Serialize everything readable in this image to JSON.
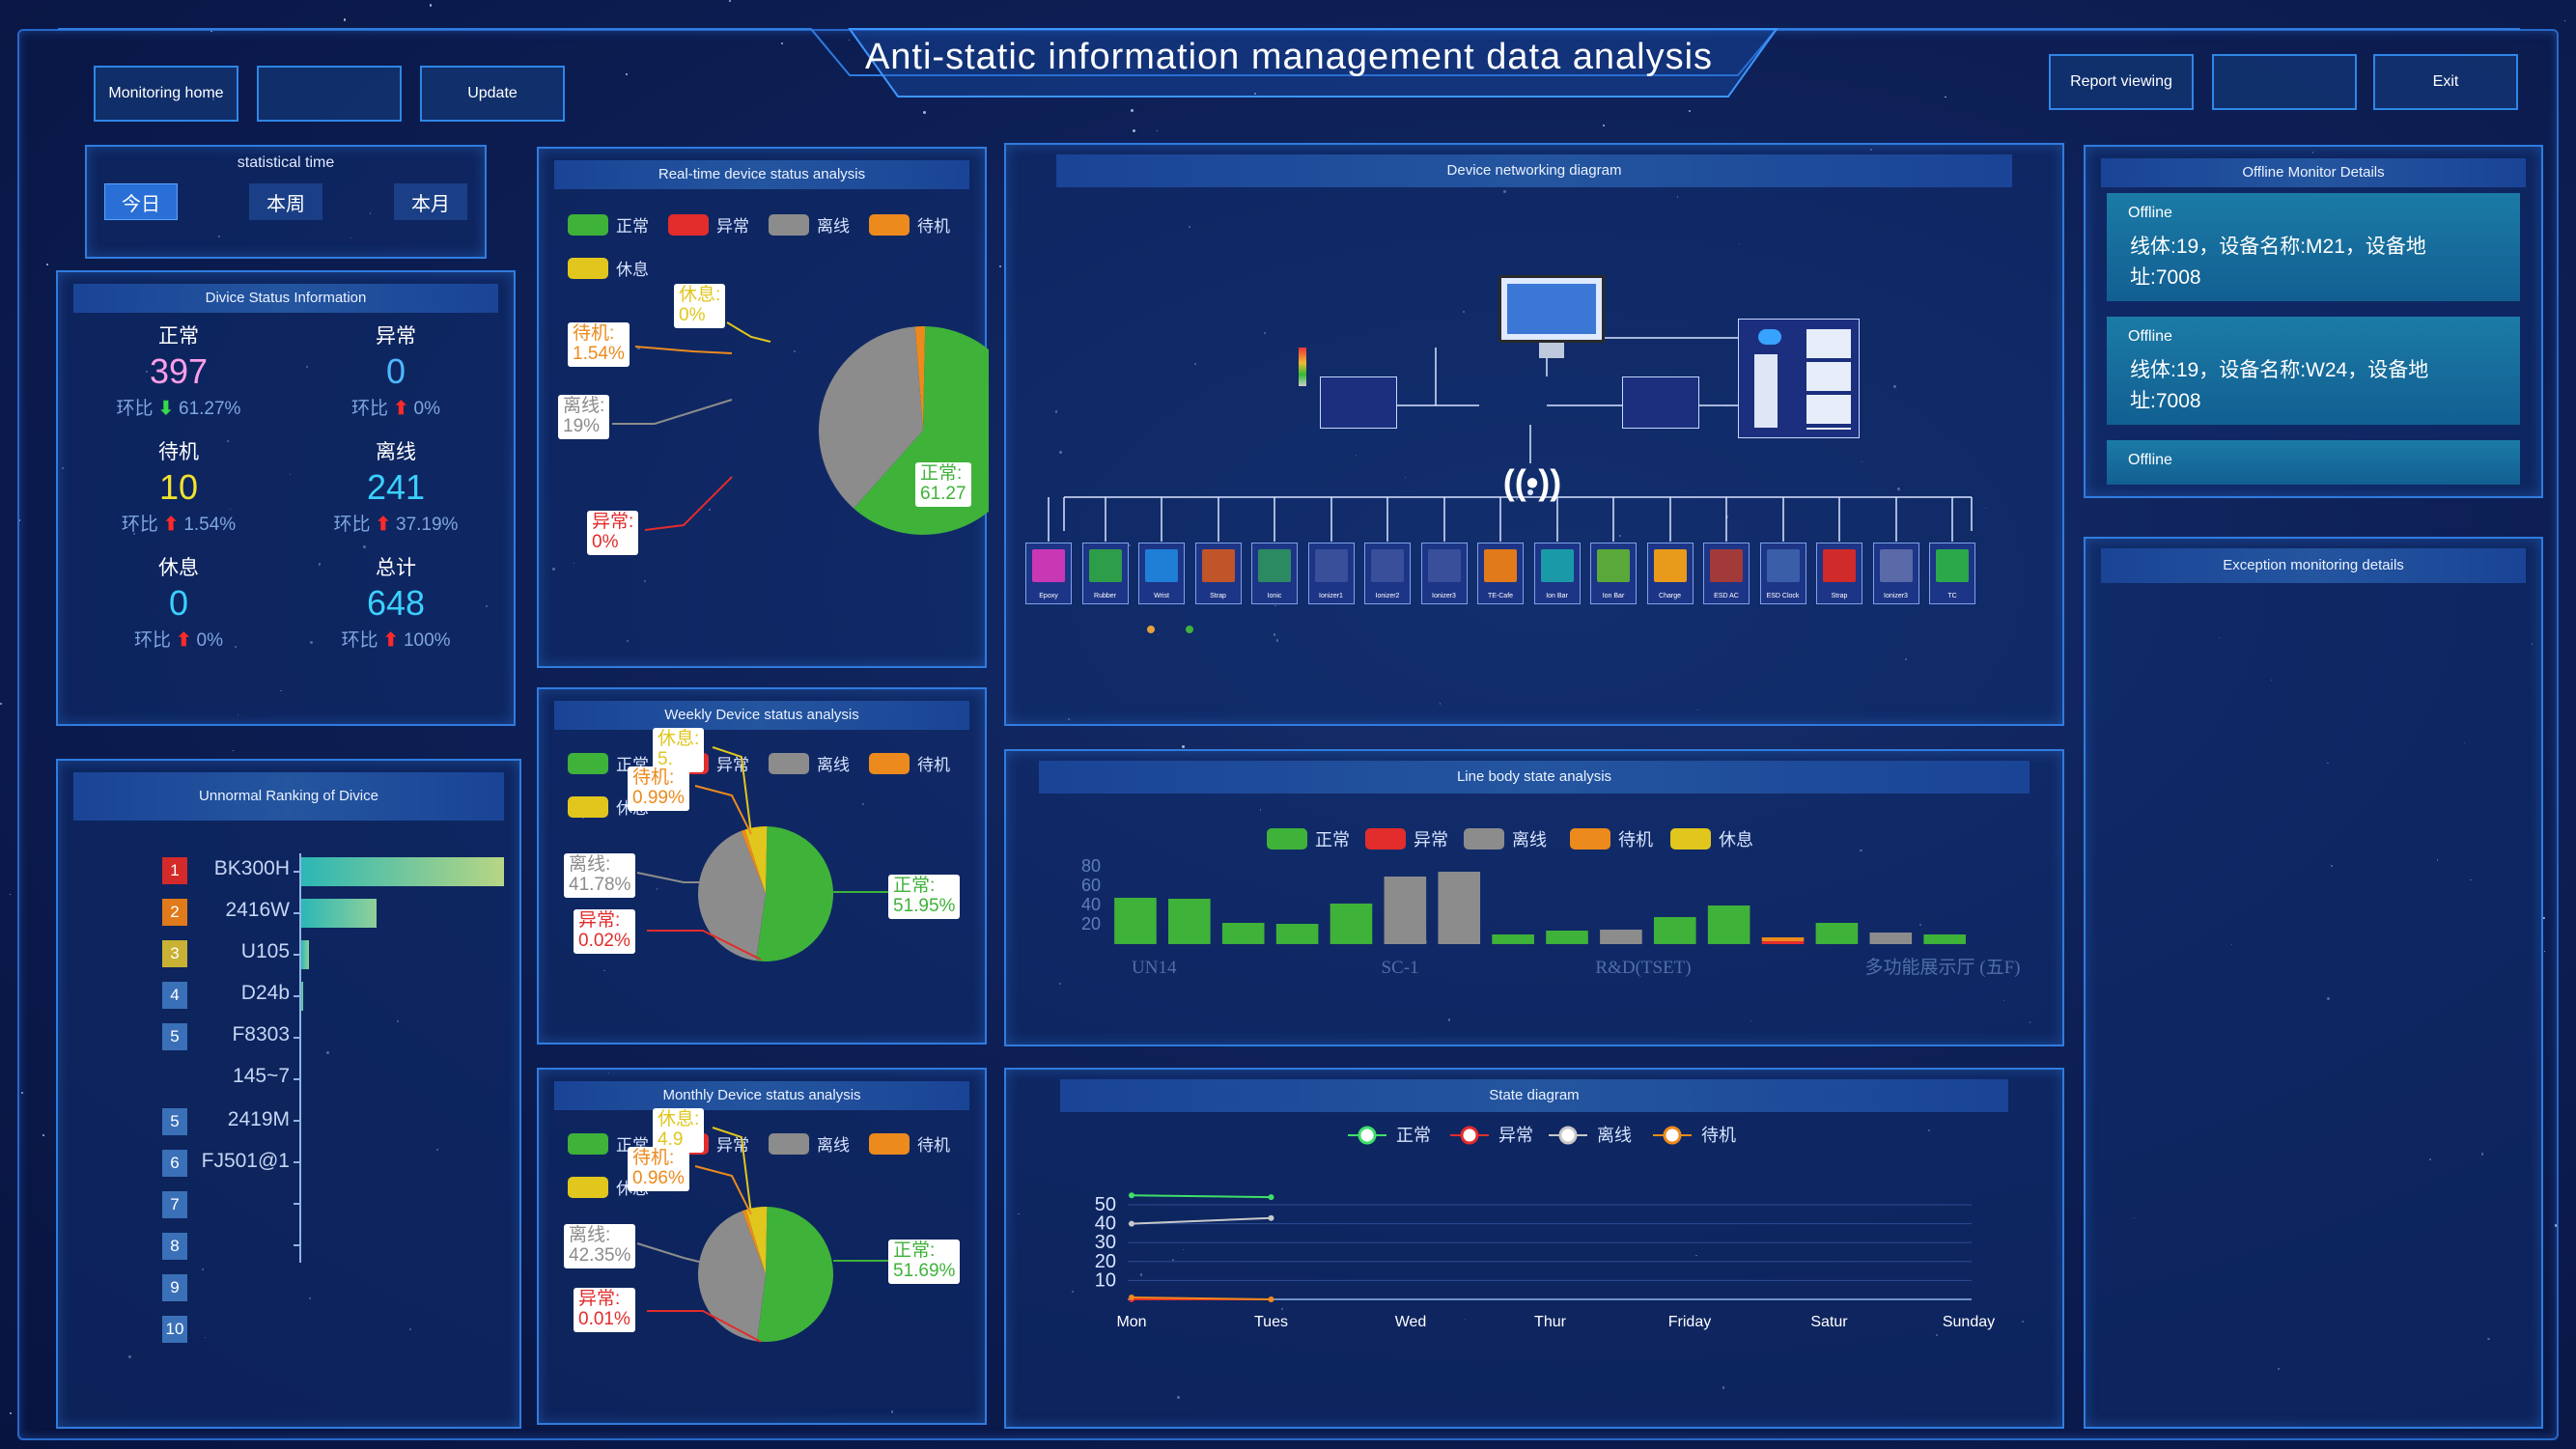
{
  "header": {
    "title": "Anti-static information management data analysis",
    "nav_left": [
      "Monitoring home",
      "",
      "Update"
    ],
    "nav_right": [
      "Report viewing",
      "",
      "Exit"
    ]
  },
  "stat_time": {
    "title": "statistical time",
    "tabs": [
      "今日",
      "本周",
      "本月"
    ],
    "active": "今日"
  },
  "device_status": {
    "title": "Divice Status Information",
    "items": [
      {
        "label": "正常",
        "value": "397",
        "chg_label": "环比",
        "chg": "61.27%",
        "dir": "down",
        "color": "#ff9ee8"
      },
      {
        "label": "异常",
        "value": "0",
        "chg_label": "环比",
        "chg": "0%",
        "dir": "up",
        "color": "#4fb7ff"
      },
      {
        "label": "待机",
        "value": "10",
        "chg_label": "环比",
        "chg": "1.54%",
        "dir": "up",
        "color": "#f2e22c"
      },
      {
        "label": "离线",
        "value": "241",
        "chg_label": "环比",
        "chg": "37.19%",
        "dir": "up",
        "color": "#3bd0ff"
      },
      {
        "label": "休息",
        "value": "0",
        "chg_label": "环比",
        "chg": "0%",
        "dir": "up",
        "color": "#3bd0ff"
      },
      {
        "label": "总计",
        "value": "648",
        "chg_label": "环比",
        "chg": "100%",
        "dir": "up",
        "color": "#3bd0ff"
      }
    ]
  },
  "ranking": {
    "title": "Unnormal Ranking of Divice",
    "rows": [
      {
        "rank": "1",
        "name": "BK300H",
        "value": 100,
        "badge": "#d42a2a"
      },
      {
        "rank": "2",
        "name": "2416W",
        "value": 37,
        "badge": "#e07a1a"
      },
      {
        "rank": "3",
        "name": "U105",
        "value": 4,
        "badge": "#c9b133"
      },
      {
        "rank": "4",
        "name": "D24b",
        "value": 1,
        "badge": "#3a70b8"
      },
      {
        "rank": "5",
        "name": "F8303",
        "value": 0,
        "badge": "#3a70b8"
      },
      {
        "rank": "",
        "name": "145~7",
        "value": 0,
        "badge": ""
      },
      {
        "rank": "5",
        "name": "2419M",
        "value": 0,
        "badge": "#3a70b8"
      },
      {
        "rank": "6",
        "name": "FJ501@1",
        "value": 0,
        "badge": "#3a70b8"
      },
      {
        "rank": "7",
        "name": "",
        "value": 0,
        "badge": "#3a70b8"
      },
      {
        "rank": "8",
        "name": "",
        "value": 0,
        "badge": "#3a70b8"
      },
      {
        "rank": "9",
        "name": "",
        "value": 0,
        "badge": "#3a70b8"
      },
      {
        "rank": "10",
        "name": "",
        "value": 0,
        "badge": "#3a70b8"
      }
    ]
  },
  "legend_pie": [
    {
      "name": "正常",
      "color": "#3fb23a"
    },
    {
      "name": "异常",
      "color": "#e32c2c"
    },
    {
      "name": "离线",
      "color": "#8c8c8c"
    },
    {
      "name": "待机",
      "color": "#ec8a1d"
    },
    {
      "name": "休息",
      "color": "#e0c61d"
    }
  ],
  "pies": {
    "realtime": {
      "title": "Real-time device status analysis",
      "callouts": {
        "rest": "休息:\n0%",
        "standby": "待机:\n1.54%",
        "offline": "离线:\n19%",
        "abnormal": "异常:\n0%",
        "normal": "正常:\n61.27"
      }
    },
    "weekly": {
      "title": "Weekly Device status analysis",
      "callouts": {
        "rest": "休息:\n5.",
        "standby": "待机:\n0.99%",
        "offline": "离线:\n41.78%",
        "abnormal": "异常:\n0.02%",
        "normal": "正常:\n51.95%"
      }
    },
    "monthly": {
      "title": "Monthly Device status analysis",
      "callouts": {
        "rest": "休息:\n4.9",
        "standby": "待机:\n0.96%",
        "offline": "离线:\n42.35%",
        "abnormal": "异常:\n0.01%",
        "normal": "正常:\n51.69%"
      }
    }
  },
  "chart_data": [
    {
      "type": "pie",
      "title": "Real-time device status analysis",
      "labels": [
        "正常",
        "异常",
        "离线",
        "待机",
        "休息"
      ],
      "values": [
        61.27,
        0,
        37.19,
        1.54,
        0
      ]
    },
    {
      "type": "pie",
      "title": "Weekly Device status analysis",
      "labels": [
        "正常",
        "异常",
        "离线",
        "待机",
        "休息"
      ],
      "values": [
        51.95,
        0.02,
        41.78,
        0.99,
        5.26
      ]
    },
    {
      "type": "pie",
      "title": "Monthly Device status analysis",
      "labels": [
        "正常",
        "异常",
        "离线",
        "待机",
        "休息"
      ],
      "values": [
        51.69,
        0.01,
        42.35,
        0.96,
        4.99
      ]
    },
    {
      "type": "bar",
      "title": "Line body state analysis",
      "x_tick_labels": [
        "UN14",
        "SC-1",
        "R&D(TSET)",
        "多功能展示厅 (五F)"
      ],
      "y_ticks": [
        80,
        60,
        40,
        20
      ],
      "ylim": [
        0,
        90
      ],
      "categories": [
        "c1",
        "c2",
        "c3",
        "c4",
        "c5",
        "c6",
        "c7",
        "c8",
        "c9",
        "c10",
        "c11",
        "c12",
        "c13",
        "c14",
        "c15",
        "c16",
        "c17"
      ],
      "series": [
        {
          "name": "正常",
          "color": "#3fb23a",
          "values": [
            48,
            47,
            22,
            21,
            42,
            0,
            0,
            10,
            14,
            0,
            28,
            40,
            0,
            22,
            0,
            10,
            0
          ]
        },
        {
          "name": "异常",
          "color": "#e32c2c",
          "values": [
            0,
            0,
            0,
            0,
            0,
            0,
            0,
            0,
            0,
            0,
            0,
            0,
            3,
            0,
            0,
            0,
            0
          ]
        },
        {
          "name": "离线",
          "color": "#8c8c8c",
          "values": [
            0,
            0,
            0,
            0,
            0,
            70,
            75,
            0,
            0,
            15,
            0,
            0,
            0,
            0,
            12,
            0,
            0
          ]
        },
        {
          "name": "待机",
          "color": "#ec8a1d",
          "values": [
            0,
            0,
            0,
            0,
            0,
            0,
            0,
            0,
            0,
            0,
            0,
            0,
            4,
            0,
            0,
            0,
            0
          ]
        },
        {
          "name": "休息",
          "color": "#e0c61d",
          "values": [
            0,
            0,
            0,
            0,
            0,
            0,
            0,
            0,
            0,
            0,
            0,
            0,
            0,
            0,
            0,
            0,
            0
          ]
        }
      ]
    },
    {
      "type": "line",
      "title": "State diagram",
      "x": [
        "Mon",
        "Tues",
        "Wed",
        "Thur",
        "Friday",
        "Satur",
        "Sunday"
      ],
      "y_ticks": [
        50,
        40,
        30,
        20,
        10
      ],
      "ylim": [
        0,
        55
      ],
      "series": [
        {
          "name": "正常",
          "color": "#3fe06a",
          "values": [
            55,
            54,
            null,
            null,
            null,
            null,
            null
          ]
        },
        {
          "name": "异常",
          "color": "#e32c2c",
          "values": [
            0,
            0,
            null,
            null,
            null,
            null,
            null
          ]
        },
        {
          "name": "离线",
          "color": "#c8c8c8",
          "values": [
            40,
            43,
            null,
            null,
            null,
            null,
            null
          ]
        },
        {
          "name": "待机",
          "color": "#ec8a1d",
          "values": [
            1,
            0,
            null,
            null,
            null,
            null,
            null
          ]
        }
      ]
    }
  ],
  "network": {
    "title": "Device networking diagram",
    "tiles": [
      {
        "label": "Epoxy",
        "color": "#c838b5"
      },
      {
        "label": "Rubber",
        "color": "#2e9d4a"
      },
      {
        "label": "Wrist",
        "color": "#1f7fd6"
      },
      {
        "label": "Strap",
        "color": "#c0552a"
      },
      {
        "label": "Ionic",
        "color": "#2c8a62"
      },
      {
        "label": "Ionizer1",
        "color": "#3a4f9a"
      },
      {
        "label": "Ionizer2",
        "color": "#3a4f9a"
      },
      {
        "label": "Ionizer3",
        "color": "#3a4f9a"
      },
      {
        "label": "TE-Cafe",
        "color": "#e07a1a"
      },
      {
        "label": "Ion Bar",
        "color": "#1a9aa8"
      },
      {
        "label": "Ion Bar",
        "color": "#5aa83a"
      },
      {
        "label": "Charge",
        "color": "#e89a1a"
      },
      {
        "label": "ESD AC",
        "color": "#a23a3a"
      },
      {
        "label": "ESD Clock",
        "color": "#3a5fa8"
      },
      {
        "label": "Strap",
        "color": "#d02a2a"
      },
      {
        "label": "Ionizer3",
        "color": "#5a6aa8"
      },
      {
        "label": "TC",
        "color": "#2aa84a"
      }
    ]
  },
  "line_body": {
    "title": "Line body state analysis"
  },
  "state_diagram": {
    "title": "State diagram"
  },
  "offline": {
    "title": "Offline Monitor Details",
    "cards": [
      {
        "status": "Offline",
        "detail": "线体:19，设备名称:M21，设备地址:7008"
      },
      {
        "status": "Offline",
        "detail": "线体:19，设备名称:W24，设备地址:7008"
      },
      {
        "status": "Offline",
        "detail": ""
      }
    ]
  },
  "exception": {
    "title": "Exception monitoring details"
  }
}
